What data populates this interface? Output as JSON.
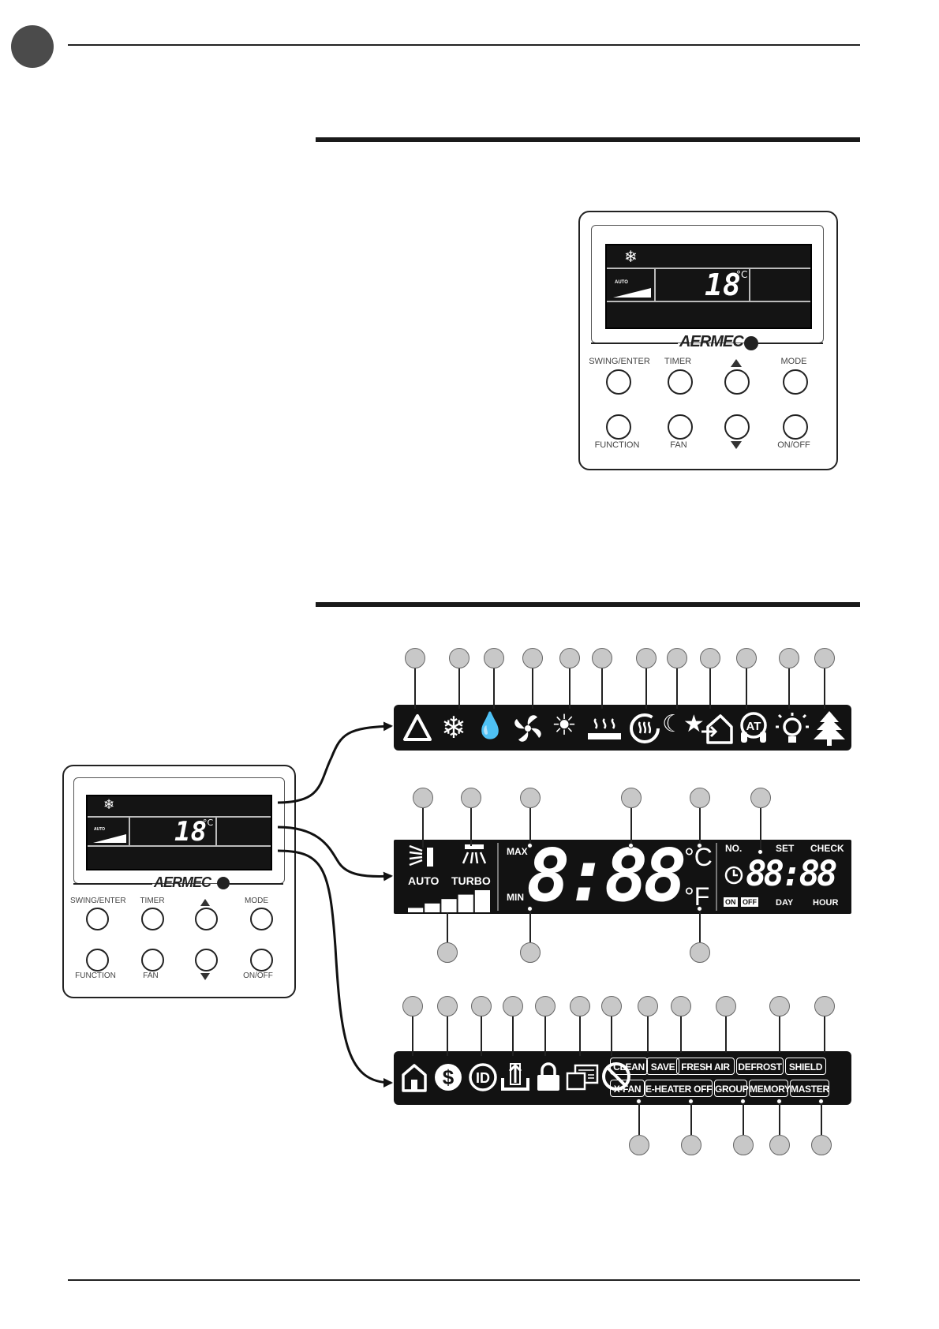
{
  "controller": {
    "brand": "AERMEC",
    "temperature": "18",
    "unit": "°C",
    "fan_auto": "AUTO",
    "mode_icon": "snowflake-icon",
    "buttons": {
      "swing_enter": "SWING/ENTER",
      "timer": "TIMER",
      "mode": "MODE",
      "function": "FUNCTION",
      "fan": "FAN",
      "on_off": "ON/OFF"
    }
  },
  "lcd_top": {
    "icons": [
      "auto-mode-icon",
      "cool-snowflake-icon",
      "dry-drops-icon",
      "fan-icon",
      "heat-sun-icon",
      "floor-heat-icon",
      "heat-recovery-icon",
      "sleep-icon",
      "outdoor-air-icon",
      "auto-temp-at-icon",
      "light-bulb-icon",
      "tree-eco-icon"
    ]
  },
  "lcd_middle": {
    "auto": "AUTO",
    "turbo": "TURBO",
    "max": "MAX",
    "min": "MIN",
    "digits": "8:88",
    "celsius": "°C",
    "fahrenheit": "°F",
    "no": "NO.",
    "set": "SET",
    "check": "CHECK",
    "timer_digits": "88:88",
    "on": "ON",
    "off": "OFF",
    "day": "DAY",
    "hour": "HOUR",
    "fan_level": 0.6
  },
  "lcd_bottom": {
    "icons": [
      "home-icon",
      "dollar-save-icon",
      "id-icon",
      "upload-icon",
      "lock-icon",
      "card-icon",
      "prohibit-icon"
    ],
    "row1": [
      "CLEAN",
      "SAVE",
      "FRESH AIR",
      "DEFROST",
      "SHIELD"
    ],
    "row2": [
      "X-FAN",
      "E-HEATER OFF",
      "GROUP",
      "MEMORY",
      "MASTER"
    ]
  }
}
